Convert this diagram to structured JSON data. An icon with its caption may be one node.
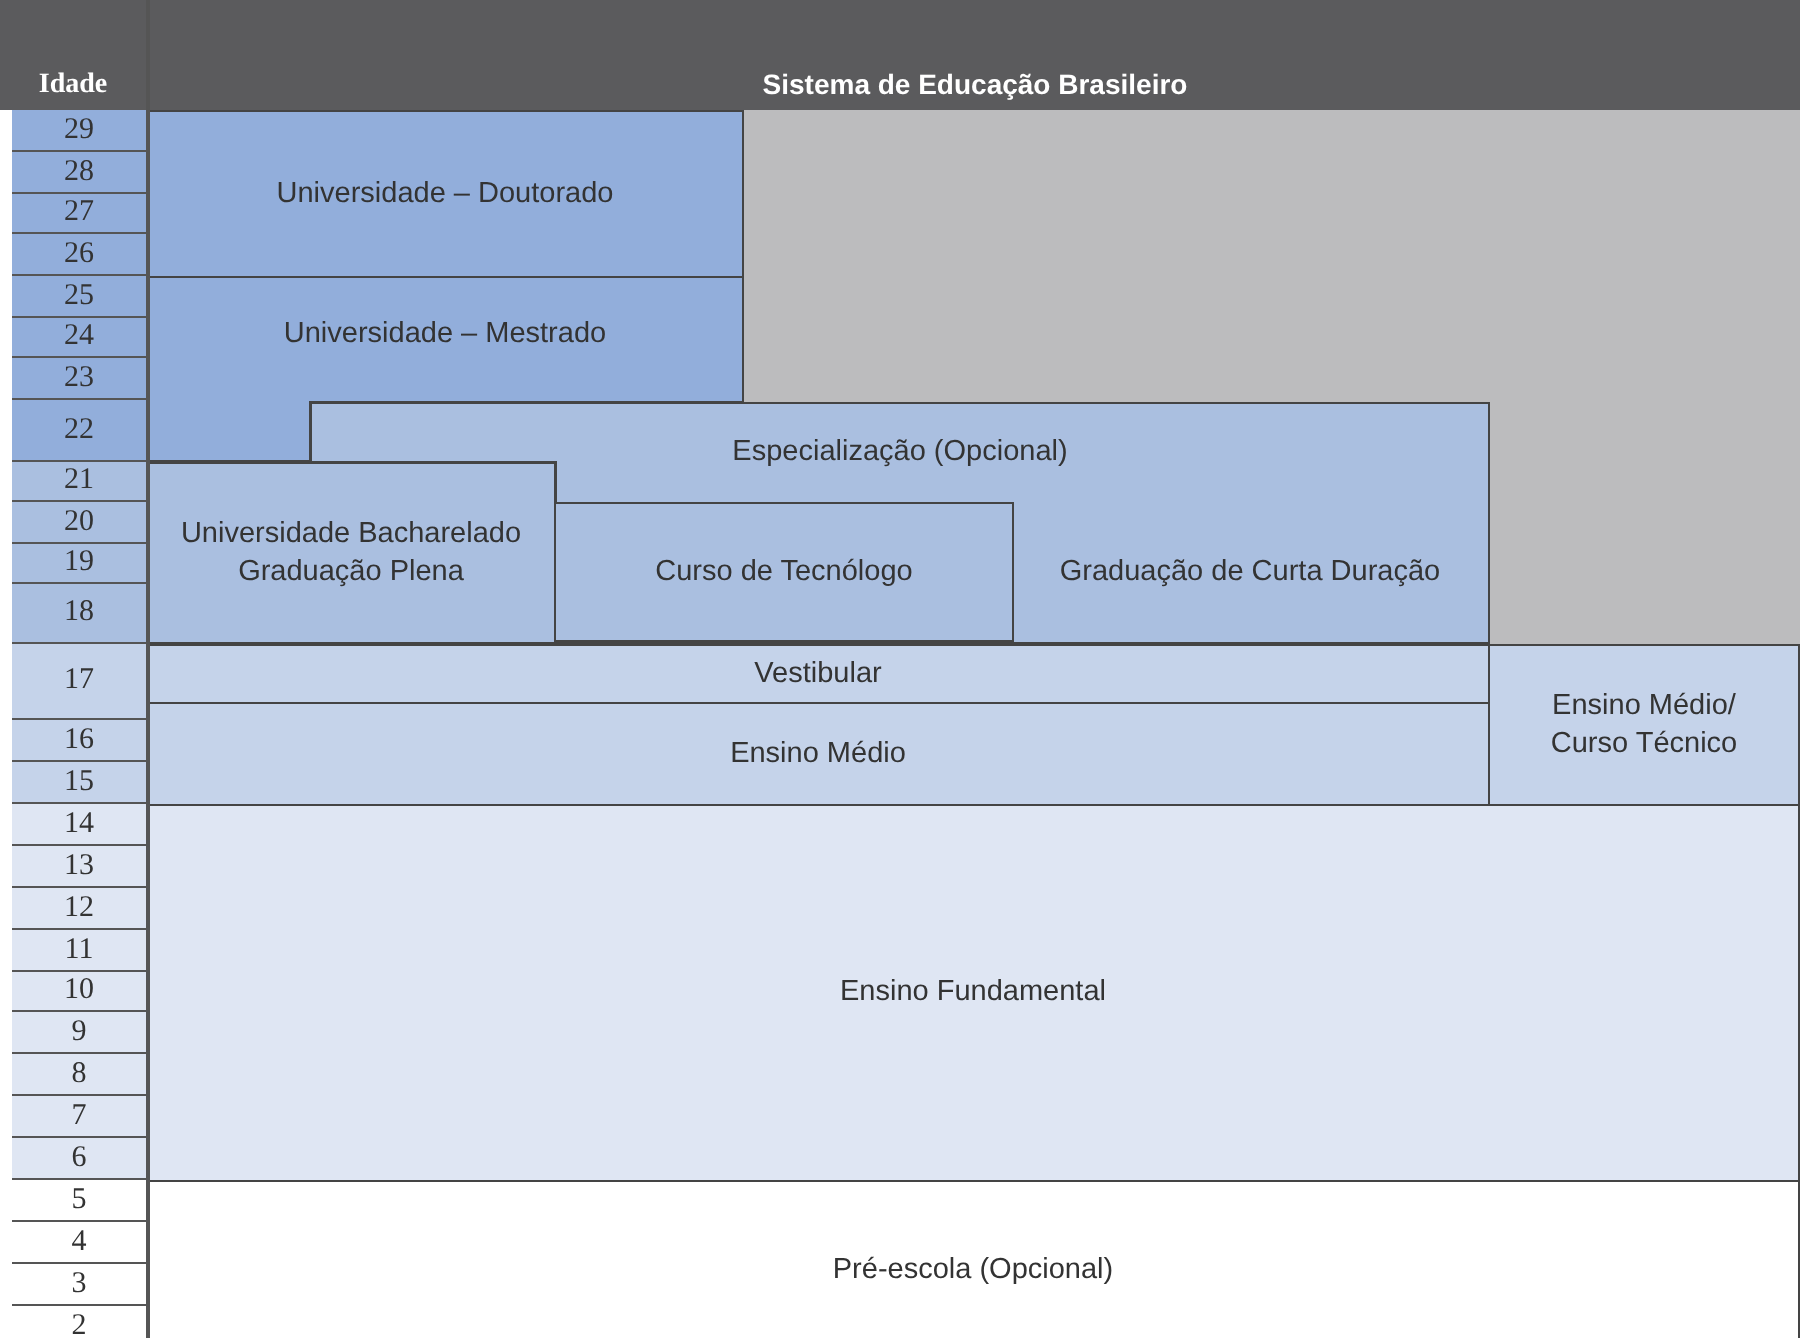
{
  "diagram": {
    "title": "Sistema de Educação Brasileiro",
    "nodes": [
      {
        "text": [
          "Universidade – Doutorado"
        ]
      },
      {
        "text": [
          "Universidade – Mestrado"
        ]
      },
      {
        "text": [
          "Especialização (Opcional)"
        ]
      },
      {
        "text": [
          "Universidade Bacharelado Graduação Plena"
        ]
      },
      {
        "text": [
          "Curso de Tecnólogo"
        ],
        "in": 2
      },
      {
        "text": [
          "Graduação de Curta Duração"
        ],
        "in": 2
      },
      {
        "text": [
          "Vestibular"
        ]
      },
      {
        "text": [
          "Ensino Médio"
        ]
      },
      {
        "text": [
          "Ensino Médio/ Curso Técnico"
        ]
      },
      {
        "text": [
          "Ensino Fundamental"
        ]
      },
      {
        "text": [
          "Pré-escola (Opcional)"
        ]
      }
    ],
    "labels": [
      "Idade",
      "29",
      "28",
      "27",
      "26",
      "25",
      "24",
      "23",
      "22",
      "21",
      "20",
      "19",
      "18",
      "17",
      "16",
      "15",
      "14",
      "13",
      "12",
      "11",
      "10",
      "9",
      "8",
      "7",
      "6",
      "5",
      "4",
      "3",
      "2"
    ]
  }
}
